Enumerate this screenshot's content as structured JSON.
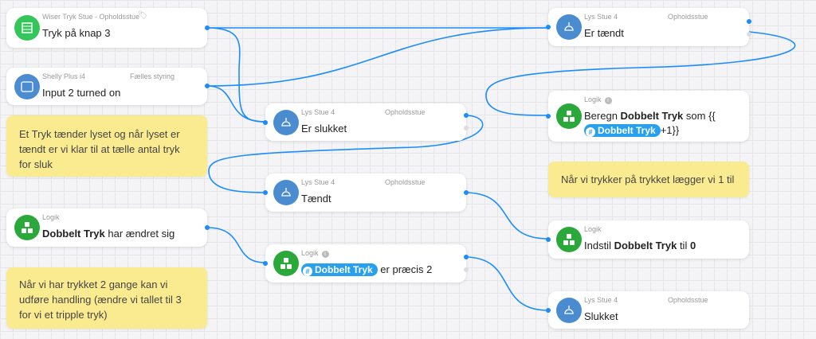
{
  "accent": "#1a8cff",
  "cards": {
    "wiser": {
      "device": "Wiser Tryk Stue - Opholdsstue",
      "text": "Tryk på knap 3"
    },
    "shelly": {
      "device": "Shelly Plus i4",
      "zone": "Fælles styring",
      "text": "Input 2 turned on"
    },
    "logik_changed": {
      "device": "Logik",
      "bold": "Dobbelt Tryk",
      "text": " har ændret sig"
    },
    "er_slukket": {
      "device": "Lys Stue 4",
      "zone": "Opholdsstue",
      "text": "Er slukket"
    },
    "taendt": {
      "device": "Lys Stue 4",
      "zone": "Opholdsstue",
      "text": "Tændt"
    },
    "logik_precis": {
      "device": "Logik",
      "tag": "Dobbelt Tryk",
      "text": " er præcis ",
      "value": "2"
    },
    "er_taendt": {
      "device": "Lys Stue 4",
      "zone": "Opholdsstue",
      "text": "Er tændt"
    },
    "beregn": {
      "device": "Logik",
      "pre": "Beregn ",
      "bold": "Dobbelt Tryk",
      "mid": " som {{",
      "tag": "Dobbelt Tryk",
      "post": "+1}}"
    },
    "indstil": {
      "device": "Logik",
      "pre": "Indstil ",
      "bold": "Dobbelt Tryk",
      "mid": " til ",
      "value": "0"
    },
    "slukket": {
      "device": "Lys Stue 4",
      "zone": "Opholdsstue",
      "text": "Slukket"
    }
  },
  "notes": [
    "Et Tryk tænder lyset og når lyset er tændt er vi klar til at tælle antal tryk for sluk",
    "Når vi har trykket 2 gange kan vi udføre handling (ændre vi tallet til 3 for vi et tripple tryk)",
    "Når vi trykker på trykket lægger vi 1 til"
  ]
}
